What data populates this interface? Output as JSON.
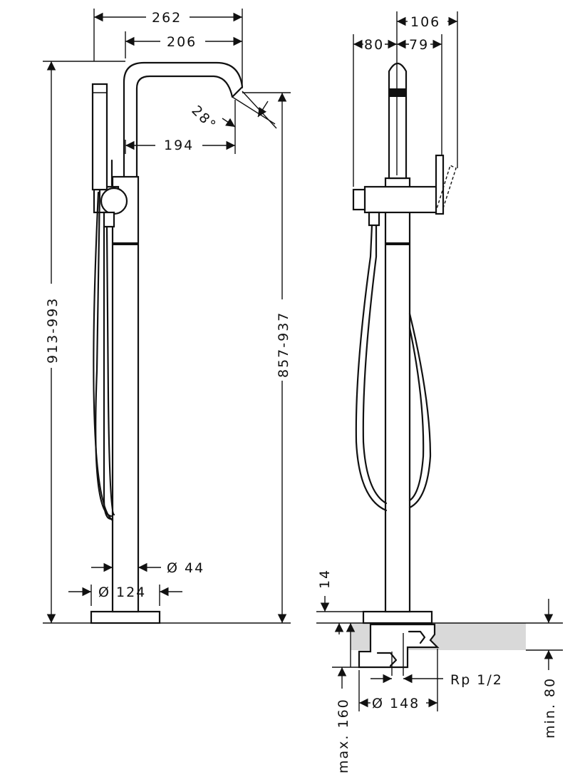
{
  "dimensions": {
    "width_total": "262",
    "width_spout": "206",
    "spout_angle": "28°",
    "spout_reach": "194",
    "total_height": "913-993",
    "spout_height": "857-937",
    "pipe_diameter": "Ø 44",
    "base_diameter": "Ø 124",
    "side_total": "106",
    "side_left": "80",
    "side_right": "79",
    "plate_thickness": "14",
    "thread": "Rp 1/2",
    "body_diameter": "Ø 148",
    "max_depth": "max. 160",
    "min_depth": "min. 80"
  },
  "colors": {
    "line": "#111111",
    "floor": "#d9d9d9",
    "background": "#ffffff"
  }
}
